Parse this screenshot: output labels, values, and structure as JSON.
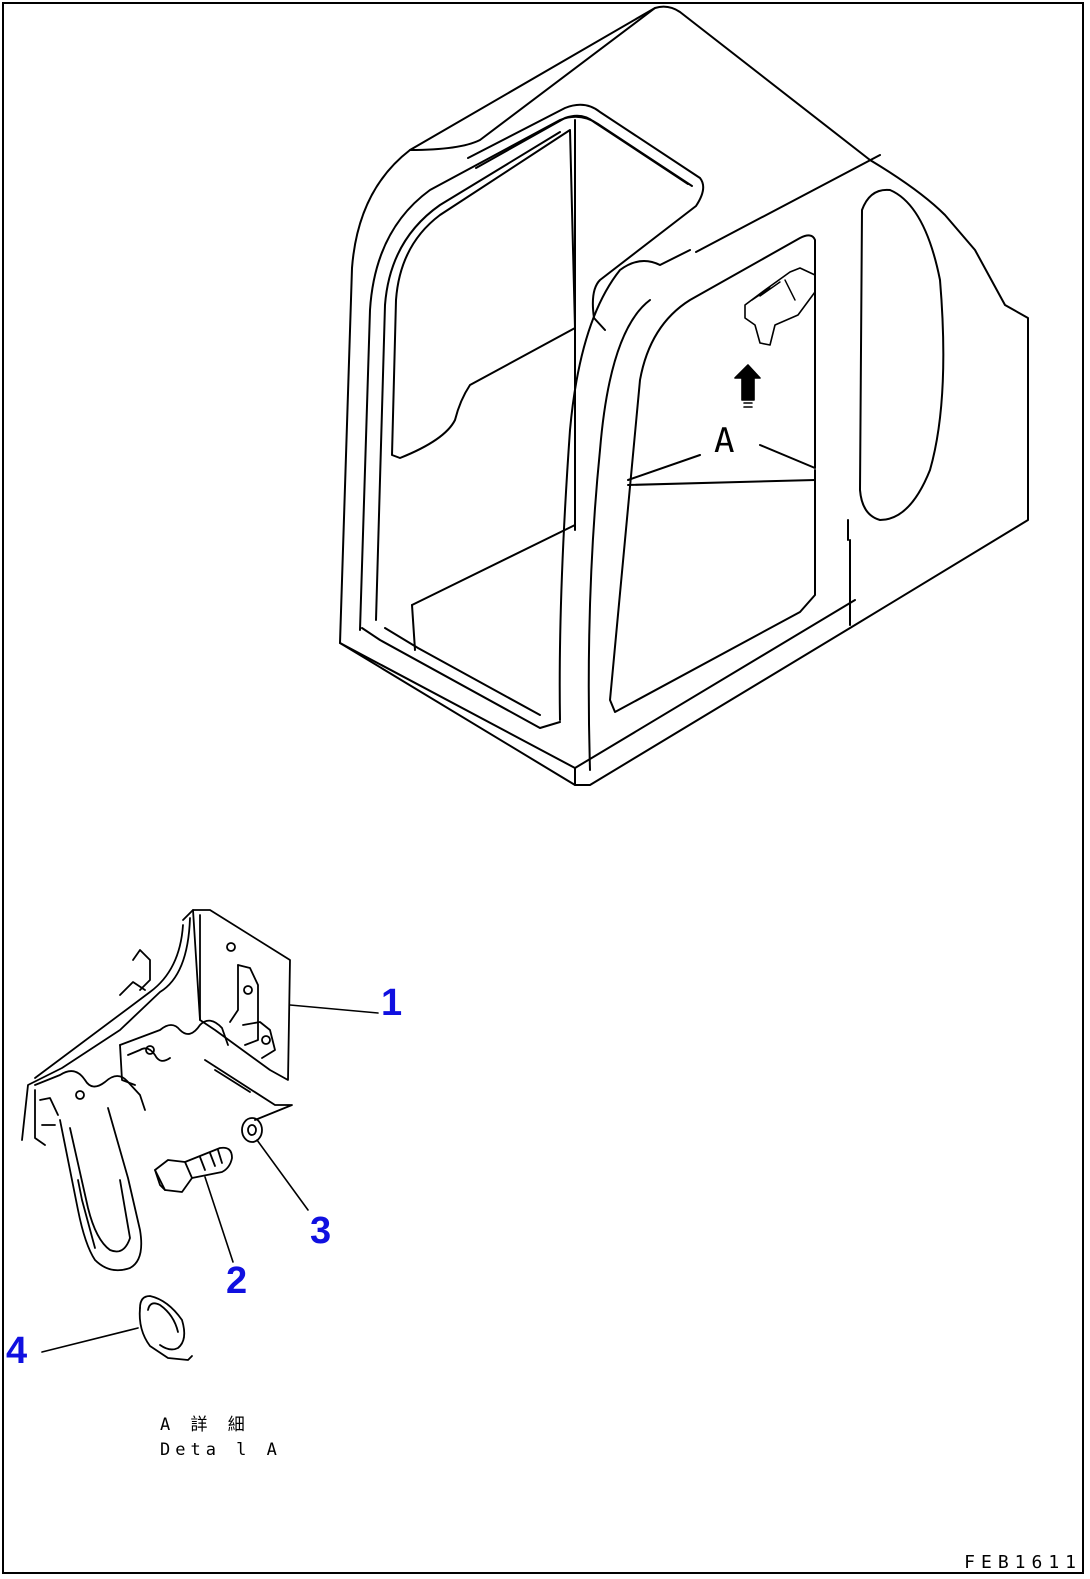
{
  "view_marker": "A",
  "callouts": [
    {
      "number": "1"
    },
    {
      "number": "2"
    },
    {
      "number": "3"
    },
    {
      "number": "4"
    }
  ],
  "caption": {
    "line1": "A 詳 細",
    "line2": "Deta l A"
  },
  "figure_id": "FEB1611",
  "colors": {
    "callout": "#1010e0",
    "line": "#000000"
  }
}
